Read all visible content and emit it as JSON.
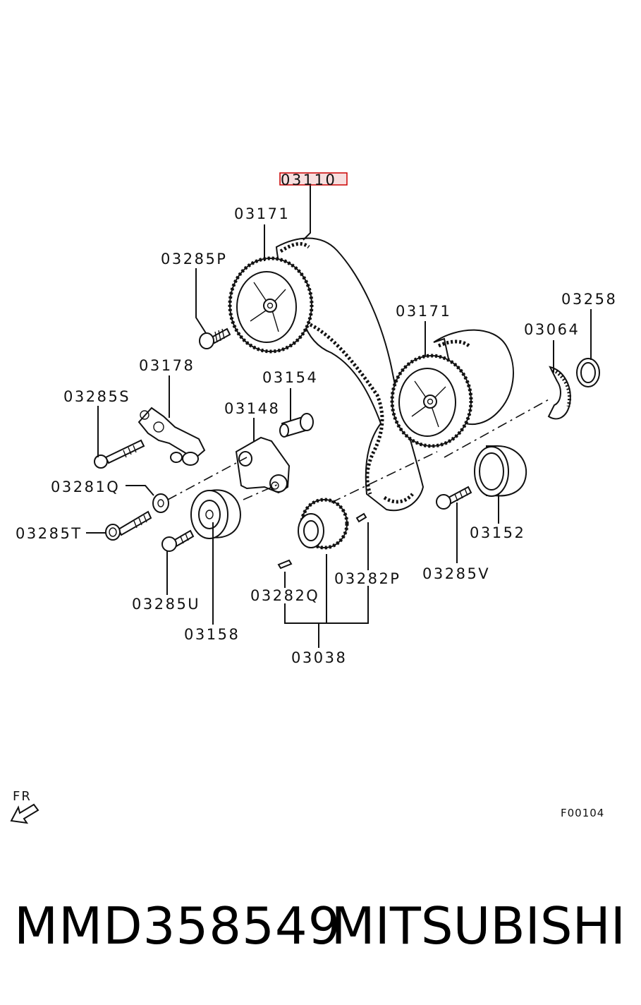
{
  "labels": {
    "l03110": "03110",
    "l03171a": "03171",
    "l03285P": "03285P",
    "l03171b": "03171",
    "l03258": "03258",
    "l03064": "03064",
    "l03178": "03178",
    "l03154": "03154",
    "l03285S": "03285S",
    "l03148": "03148",
    "l03281Q": "03281Q",
    "l03285T": "03285T",
    "l03285U": "03285U",
    "l03158": "03158",
    "l03282Q": "03282Q",
    "l03282P": "03282P",
    "l03038": "03038",
    "l03152": "03152",
    "l03285V": "03285V"
  },
  "fr_label": "FR",
  "figure_code": "F00104",
  "highlight_color": "#cc0000",
  "highlight_fill": "#f7dede",
  "footer": {
    "part_number": "MMD358549",
    "brand": "MITSUBISHI"
  }
}
